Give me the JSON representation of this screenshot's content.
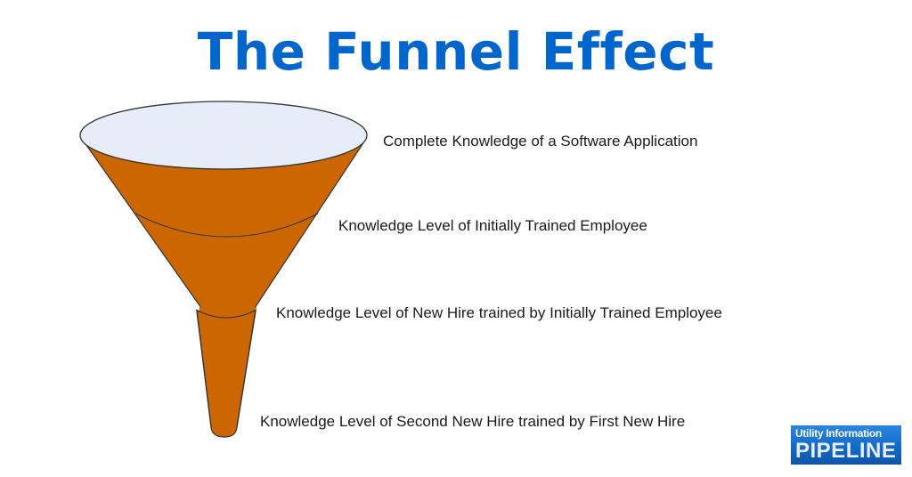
{
  "title": "The Funnel Effect",
  "colors": {
    "title": "#0066cc",
    "funnel_fill": "#cc6600",
    "funnel_top": "#e6edf8",
    "outline": "#333333",
    "label_text": "#1a1a1a",
    "logo_bg": "#1569c7"
  },
  "funnel": {
    "levels": [
      {
        "id": "complete",
        "label": "Complete Knowledge of a Software Application"
      },
      {
        "id": "initial",
        "label": "Knowledge Level of Initially Trained Employee"
      },
      {
        "id": "new-hire",
        "label": "Knowledge Level of New Hire trained by Initially Trained Employee"
      },
      {
        "id": "second-hire",
        "label": "Knowledge Level of Second New Hire trained by First New Hire"
      }
    ]
  },
  "logo": {
    "line1": "Utility Information",
    "line2": "PIPELINE"
  }
}
